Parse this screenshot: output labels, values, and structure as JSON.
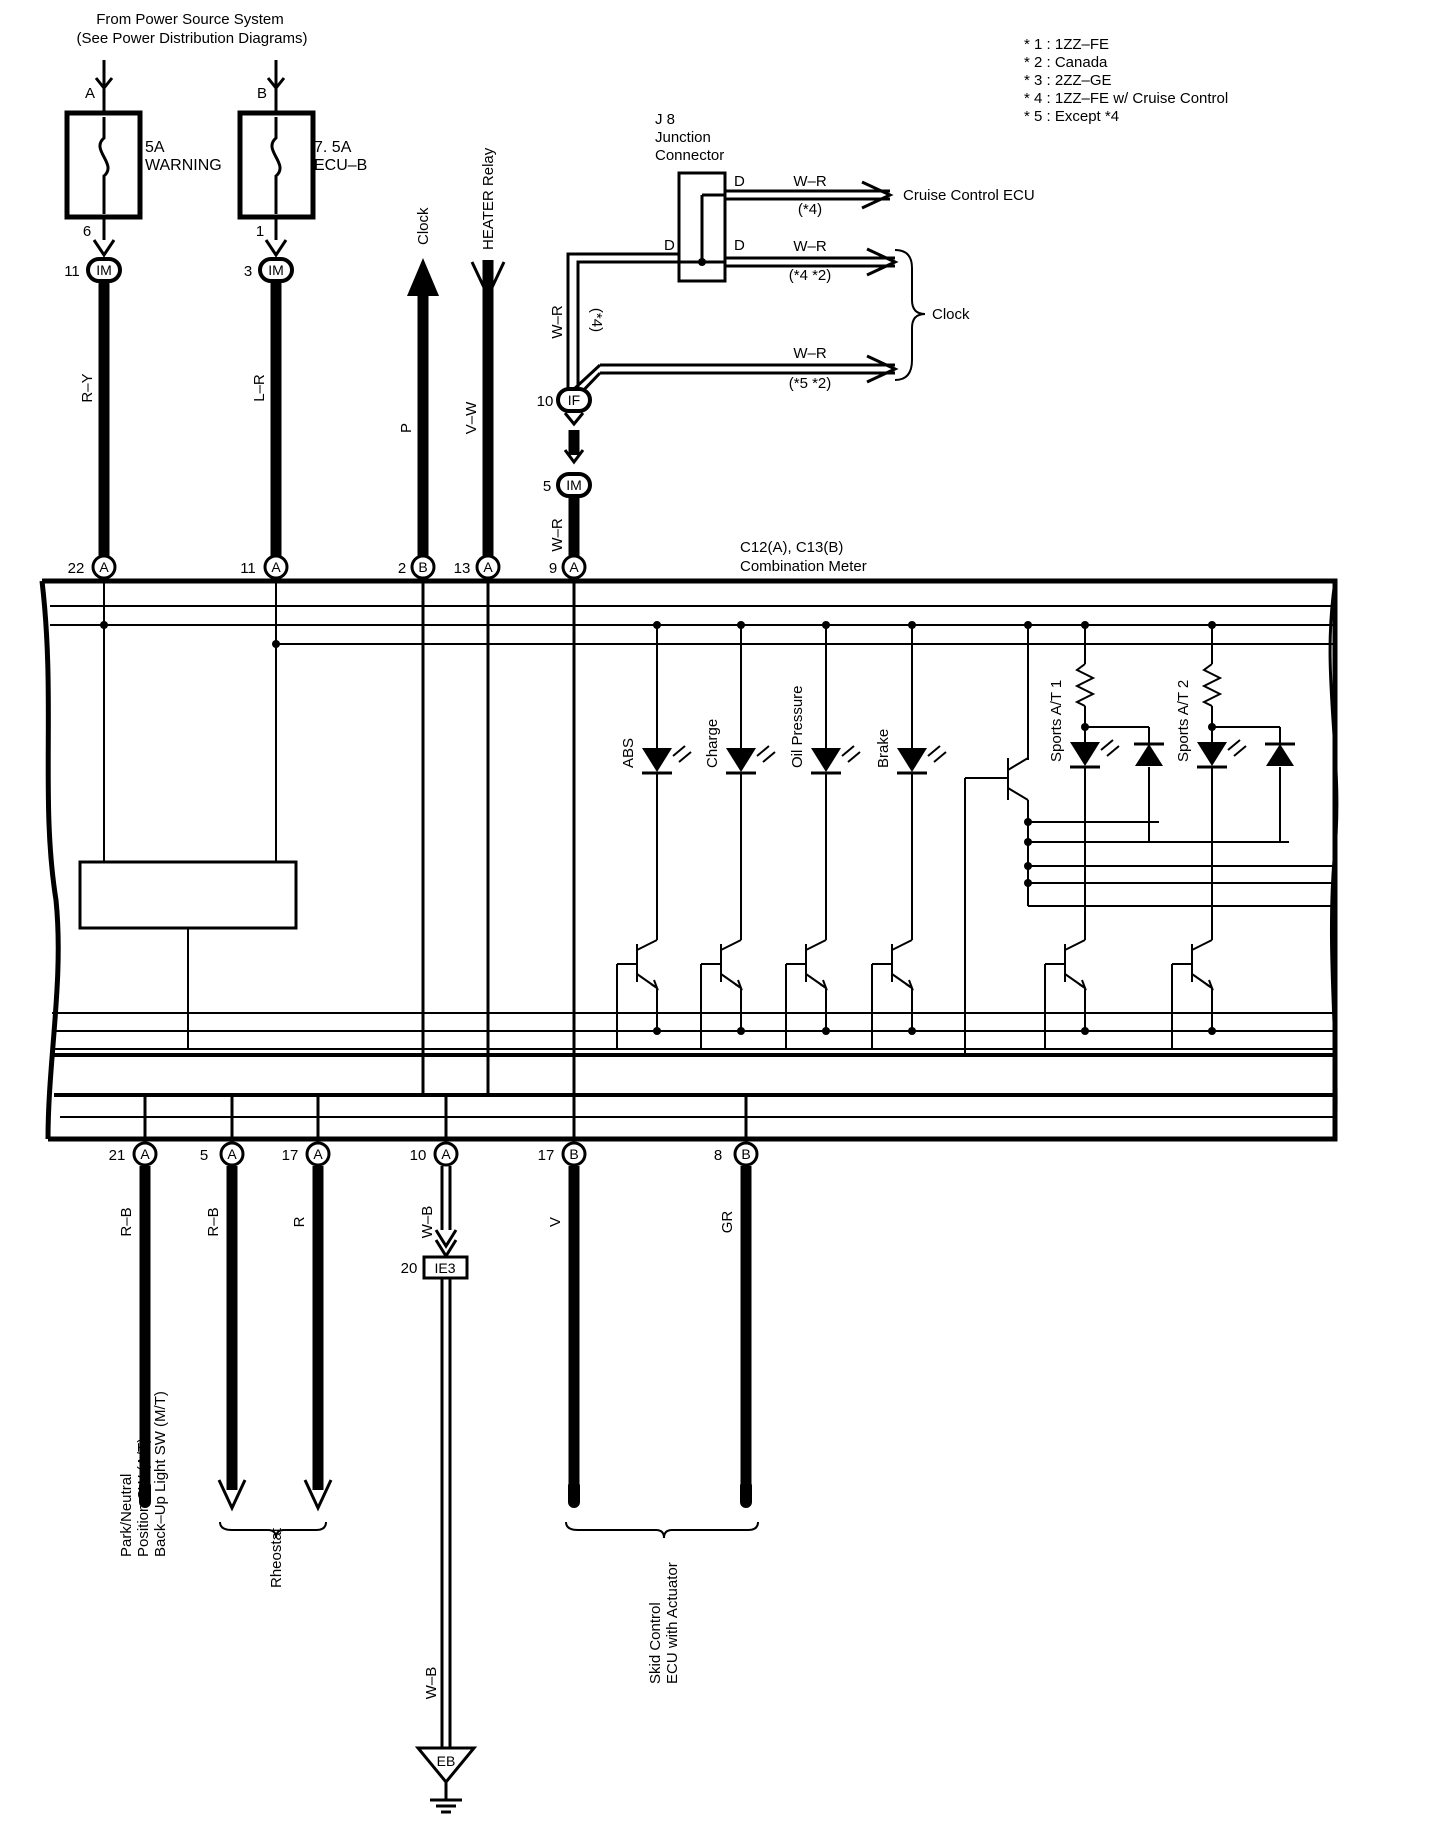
{
  "header": {
    "power_source_line1": "From Power Source System",
    "power_source_line2": "(See Power Distribution Diagrams)"
  },
  "notes": [
    "* 1 : 1ZZ–FE",
    "* 2 : Canada",
    "* 3 : 2ZZ–GE",
    "* 4 : 1ZZ–FE w/ Cruise Control",
    "* 5 : Except *4"
  ],
  "fuses": [
    {
      "letter": "A",
      "rating": "5A",
      "name": "WARNING",
      "pin": "6"
    },
    {
      "letter": "B",
      "rating": "7. 5A",
      "name": "ECU–B",
      "pin": "1"
    }
  ],
  "top_connectors": [
    {
      "pin": "11",
      "code": "IM",
      "wire": "R–Y"
    },
    {
      "pin": "3",
      "code": "IM",
      "wire": "L–R"
    }
  ],
  "outputs_top": {
    "clock_label": "Clock",
    "clock_wire": "P",
    "heater_label": "HEATER Relay",
    "heater_wire": "V–W"
  },
  "junction": {
    "title_line1": "J 8",
    "title_line2": "Junction",
    "title_line3": "Connector",
    "pin_d": "D",
    "wire_main": "W–R",
    "note_main": "(*4)",
    "branch1_wire": "W–R",
    "branch1_note": "(*4)",
    "branch1_dest": "Cruise Control ECU",
    "branch2_wire": "W–R",
    "branch2_note": "(*4 *2)",
    "branch3_wire": "W–R",
    "branch3_note": "(*5 *2)",
    "clock_dest": "Clock"
  },
  "if_connector": {
    "pin": "10",
    "code": "IF"
  },
  "im_connector": {
    "pin": "5",
    "code": "IM",
    "wire": "W–R"
  },
  "meter": {
    "title_line1": "C12(A), C13(B)",
    "title_line2": "Combination Meter",
    "top_pins": [
      {
        "pin": "22",
        "code": "A"
      },
      {
        "pin": "11",
        "code": "A"
      },
      {
        "pin": "2",
        "code": "B"
      },
      {
        "pin": "13",
        "code": "A"
      },
      {
        "pin": "9",
        "code": "A"
      }
    ],
    "bottom_pins": [
      {
        "pin": "21",
        "code": "A",
        "wire": "R–B"
      },
      {
        "pin": "5",
        "code": "A",
        "wire": "R–B"
      },
      {
        "pin": "17",
        "code": "A",
        "wire": "R"
      },
      {
        "pin": "10",
        "code": "A",
        "wire": "W–B"
      },
      {
        "pin": "17",
        "code": "B",
        "wire": "V"
      },
      {
        "pin": "8",
        "code": "B",
        "wire": "GR"
      }
    ],
    "indicators": [
      "ABS",
      "Charge",
      "Oil Pressure",
      "Brake",
      "Sports A/T 1",
      "Sports A/T 2"
    ]
  },
  "ground_path": {
    "connector_pin": "20",
    "connector_code": "IE3",
    "wire": "W–B",
    "ground": "EB"
  },
  "bottom_dest": {
    "park_line1": "Park/Neutral",
    "park_line2": "Position SW (A/T)",
    "park_line3": "Back–Up Light SW (M/T)",
    "rheostat": "Rheostat",
    "skid_line1": "Skid Control",
    "skid_line2": "ECU with Actuator"
  }
}
